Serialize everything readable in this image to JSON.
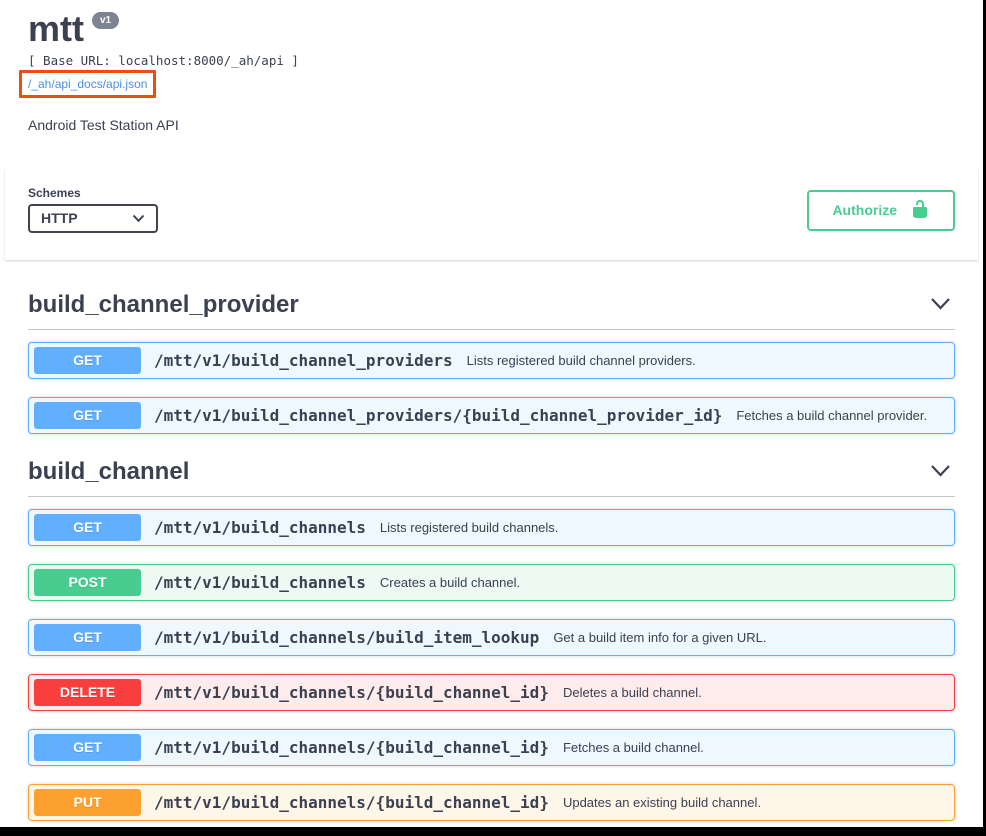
{
  "header": {
    "title": "mtt",
    "version_badge": "v1",
    "base_url_line": "[ Base URL: localhost:8000/_ah/api ]",
    "spec_link": "/_ah/api_docs/api.json",
    "description": "Android Test Station API"
  },
  "scheme": {
    "label": "Schemes",
    "selected_scheme": "HTTP",
    "authorize_label": "Authorize"
  },
  "colors": {
    "get": "#61affe",
    "post": "#49cc90",
    "delete": "#f93e3e",
    "put": "#fca130",
    "authorize": "#49cc90",
    "link": "#4a90e2",
    "highlight_box": "#e8500e",
    "version_badge_bg": "#7d8492",
    "text": "#3b4151"
  },
  "sections": [
    {
      "name": "build_channel_provider",
      "operations": [
        {
          "method": "GET",
          "path": "/mtt/v1/build_channel_providers",
          "summary": "Lists registered build channel providers."
        },
        {
          "method": "GET",
          "path": "/mtt/v1/build_channel_providers/{build_channel_provider_id}",
          "summary": "Fetches a build channel provider."
        }
      ]
    },
    {
      "name": "build_channel",
      "operations": [
        {
          "method": "GET",
          "path": "/mtt/v1/build_channels",
          "summary": "Lists registered build channels."
        },
        {
          "method": "POST",
          "path": "/mtt/v1/build_channels",
          "summary": "Creates a build channel."
        },
        {
          "method": "GET",
          "path": "/mtt/v1/build_channels/build_item_lookup",
          "summary": "Get a build item info for a given URL."
        },
        {
          "method": "DELETE",
          "path": "/mtt/v1/build_channels/{build_channel_id}",
          "summary": "Deletes a build channel."
        },
        {
          "method": "GET",
          "path": "/mtt/v1/build_channels/{build_channel_id}",
          "summary": "Fetches a build channel."
        },
        {
          "method": "PUT",
          "path": "/mtt/v1/build_channels/{build_channel_id}",
          "summary": "Updates an existing build channel."
        }
      ]
    }
  ]
}
